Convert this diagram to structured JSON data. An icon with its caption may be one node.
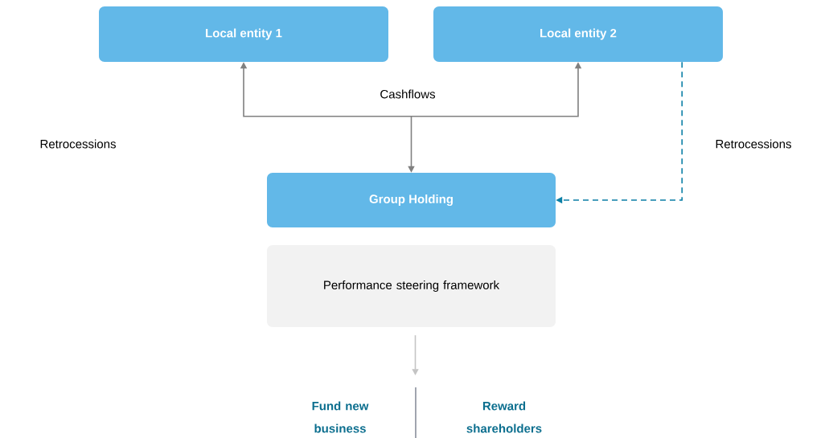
{
  "diagram": {
    "nodes": [
      {
        "text": [
          "Local entity 1"
        ]
      },
      {
        "text": [
          "Local entity 2"
        ]
      },
      {
        "text": [
          "Group Holding"
        ]
      },
      {
        "text": [
          "Performance steering framework"
        ]
      }
    ],
    "edges": [
      {
        "from": 2,
        "to": 0,
        "arrow": "both",
        "label": "Cashflows"
      },
      {
        "from": 2,
        "to": 1,
        "arrow": "to"
      },
      {
        "from": 1,
        "to": 2,
        "arrow": "to",
        "style": "dashed",
        "color": "#0b7fa6",
        "label": "Retrocessions"
      },
      {
        "from": 3,
        "to": null,
        "arrow": "to",
        "color": "#c4c4c4"
      }
    ],
    "labels": [
      "Retrocessions",
      "Fund new business",
      "Reward shareholders"
    ]
  }
}
